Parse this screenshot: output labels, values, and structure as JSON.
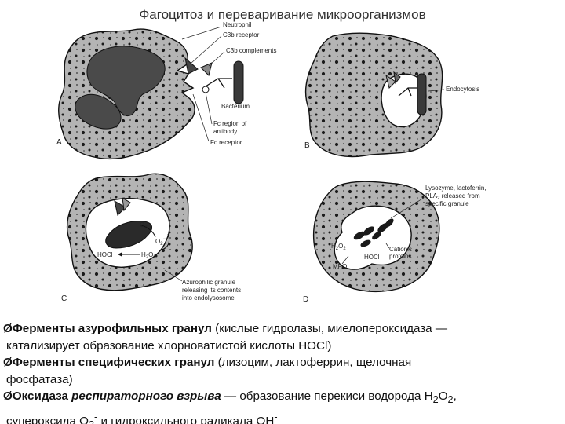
{
  "title": "Фагоцитоз и переваривание микроорганизмов",
  "panels": {
    "a": {
      "letter": "A",
      "labels": {
        "neutrophil": "Neutrophil",
        "c3b_receptor": "C3b receptor",
        "c3b_complements": "C3b complements",
        "bacterium": "Bacterium",
        "fc_region_1": "Fc region of",
        "fc_region_2": "antibody",
        "fc_receptor": "Fc receptor"
      }
    },
    "b": {
      "letter": "B",
      "labels": {
        "endocytosis": "Endocytosis"
      }
    },
    "c": {
      "letter": "C",
      "labels": {
        "o2": "O",
        "o2_sub": "2",
        "o2_minus": "O",
        "o2_minus_sub": "2",
        "o2_minus_sup": "−",
        "hocl": "HOCl",
        "h2o2": "H",
        "h2o2_sub1": "2",
        "h2o2_mid": "O",
        "h2o2_sub2": "2",
        "azuro_1": "Azurophilic granule",
        "azuro_2": "releasing its contents",
        "azuro_3": "into endolysosome"
      }
    },
    "d": {
      "letter": "D",
      "labels": {
        "lyso_1": "Lysozyme, lactoferrin,",
        "lyso_2": "PLA",
        "lyso_2_sub": "2",
        "lyso_2_tail": " released from",
        "lyso_3": "specific granule",
        "h2o2": "H",
        "h2o2_sub1": "2",
        "h2o2_mid": "O",
        "h2o2_sub2": "2",
        "hocl": "HOCl",
        "cationic_1": "Cationic",
        "cationic_2": "proteins",
        "mpo": "MPO"
      }
    }
  },
  "bullets": {
    "marker": "Ø",
    "b1": {
      "bold": "Ферменты азурофильных гранул",
      "rest": " (кислые гидролазы, миелопероксидаза —",
      "line2": "катализирует образование хлорноватистой кислоты HOCl)"
    },
    "b2": {
      "bold": "Ферменты специфических гранул",
      "rest": " (лизоцим, лактоферрин, щелочная",
      "line2": "фосфатаза)"
    },
    "b3": {
      "bold": "Оксидаза ",
      "bold_italic": "респираторного взрыва",
      "rest": " — образование перекиси водорода H",
      "sub1": "2",
      "mid": "O",
      "sub2": "2",
      "comma": ",",
      "line2_a": "супероксида O",
      "line2_sub": "2",
      "line2_sup": "-",
      "line2_b": " и гидроксильного радикала OH",
      "line2_sup2": "-"
    }
  }
}
